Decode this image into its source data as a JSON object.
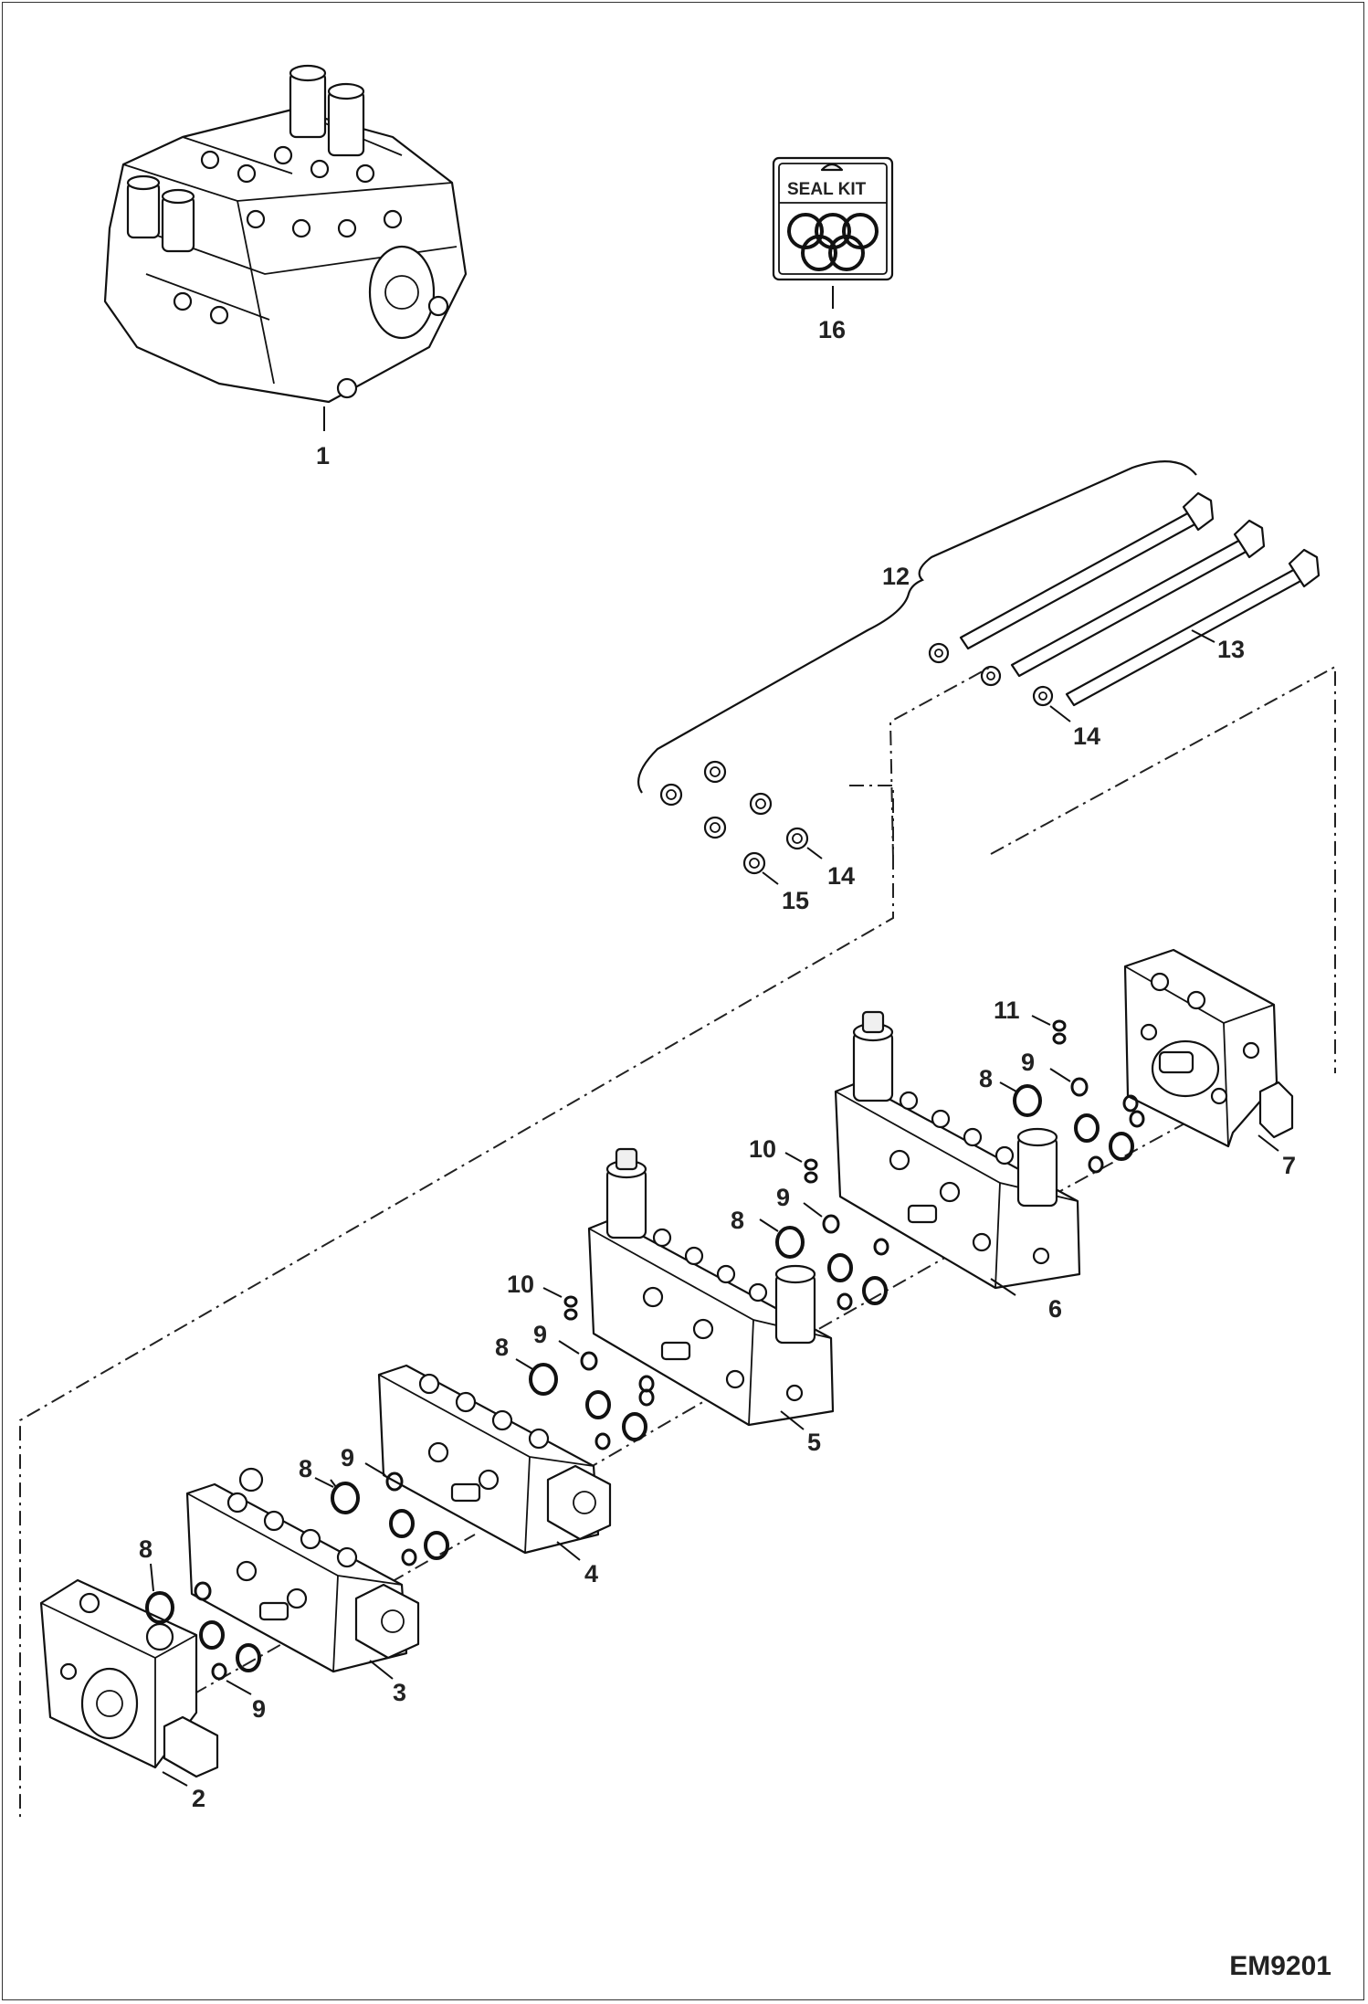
{
  "diagram": {
    "seal_kit": {
      "text": "SEAL KIT"
    },
    "drawing_code": "EM9201",
    "callouts": [
      {
        "id": "c1",
        "text": "1"
      },
      {
        "id": "c16",
        "text": "16"
      },
      {
        "id": "c12",
        "text": "12"
      },
      {
        "id": "c13",
        "text": "13"
      },
      {
        "id": "c14a",
        "text": "14"
      },
      {
        "id": "c14b",
        "text": "14"
      },
      {
        "id": "c15",
        "text": "15"
      },
      {
        "id": "c11",
        "text": "11"
      },
      {
        "id": "c9a",
        "text": "9"
      },
      {
        "id": "c8a",
        "text": "8"
      },
      {
        "id": "c7",
        "text": "7"
      },
      {
        "id": "c10a",
        "text": "10"
      },
      {
        "id": "c9b",
        "text": "9"
      },
      {
        "id": "c8b",
        "text": "8"
      },
      {
        "id": "c6",
        "text": "6"
      },
      {
        "id": "c10b",
        "text": "10"
      },
      {
        "id": "c9c",
        "text": "9"
      },
      {
        "id": "c8c",
        "text": "8"
      },
      {
        "id": "c5",
        "text": "5"
      },
      {
        "id": "c8d",
        "text": "8"
      },
      {
        "id": "c9d",
        "text": "9"
      },
      {
        "id": "c4",
        "text": "4"
      },
      {
        "id": "c8e",
        "text": "8"
      },
      {
        "id": "c3",
        "text": "3"
      },
      {
        "id": "c9e",
        "text": "9"
      },
      {
        "id": "c2",
        "text": "2"
      }
    ]
  }
}
